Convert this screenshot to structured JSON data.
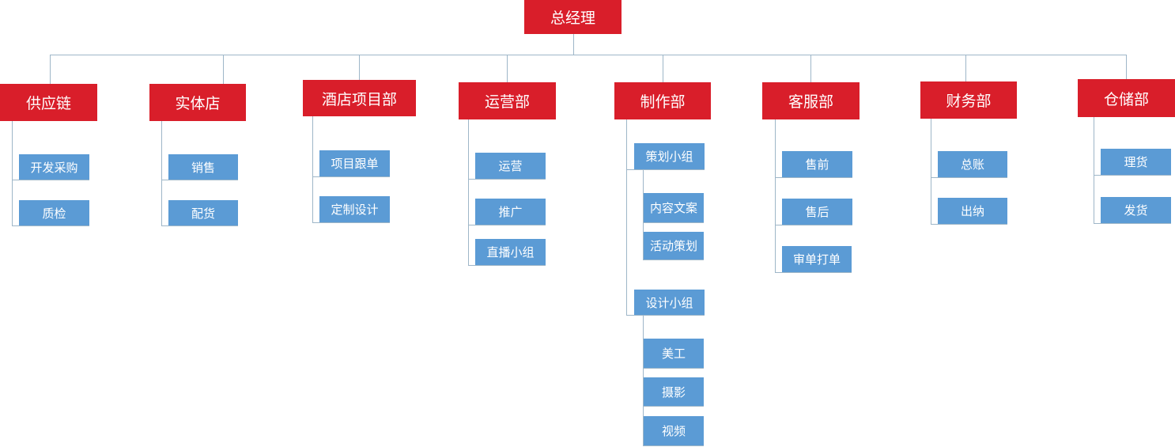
{
  "colors": {
    "top_box": "#d91e2a",
    "sub_box": "#5b9bd5",
    "connector": "#9eb6c8",
    "text": "#ffffff"
  },
  "root": "总经理",
  "departments": [
    {
      "name": "供应链",
      "children": [
        {
          "name": "开发采购"
        },
        {
          "name": "质检"
        }
      ]
    },
    {
      "name": "实体店",
      "children": [
        {
          "name": "销售"
        },
        {
          "name": "配货"
        }
      ]
    },
    {
      "name": "酒店项目部",
      "children": [
        {
          "name": "项目跟单"
        },
        {
          "name": "定制设计"
        }
      ]
    },
    {
      "name": "运营部",
      "children": [
        {
          "name": "运营"
        },
        {
          "name": "推广"
        },
        {
          "name": "直播小组"
        }
      ]
    },
    {
      "name": "制作部",
      "children": [
        {
          "name": "策划小组",
          "children": [
            {
              "name": "内容文案"
            },
            {
              "name": "活动策划"
            }
          ]
        },
        {
          "name": "设计小组",
          "children": [
            {
              "name": "美工"
            },
            {
              "name": "摄影"
            },
            {
              "name": "视频"
            }
          ]
        }
      ]
    },
    {
      "name": "客服部",
      "children": [
        {
          "name": "售前"
        },
        {
          "name": "售后"
        },
        {
          "name": "审单打单"
        }
      ]
    },
    {
      "name": "财务部",
      "children": [
        {
          "name": "总账"
        },
        {
          "name": "出纳"
        }
      ]
    },
    {
      "name": "仓储部",
      "children": [
        {
          "name": "理货"
        },
        {
          "name": "发货"
        }
      ]
    }
  ]
}
